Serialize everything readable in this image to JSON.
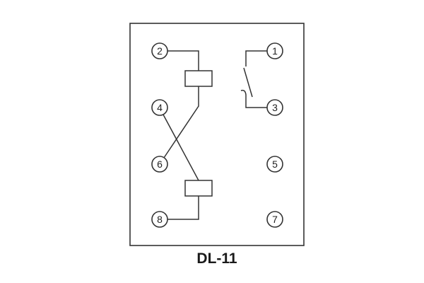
{
  "diagram": {
    "caption": "DL-11",
    "terminals": {
      "left": [
        "2",
        "4",
        "6",
        "8"
      ],
      "right": [
        "1",
        "3",
        "5",
        "7"
      ]
    },
    "components": {
      "coil_top": "coil-resistor-element",
      "coil_bottom": "coil-resistor-element",
      "switch": "normally-open-contact",
      "cross_link": "crossed-wires-between-4-and-6"
    },
    "colors": {
      "line": "#333333",
      "background": "#ffffff"
    }
  }
}
